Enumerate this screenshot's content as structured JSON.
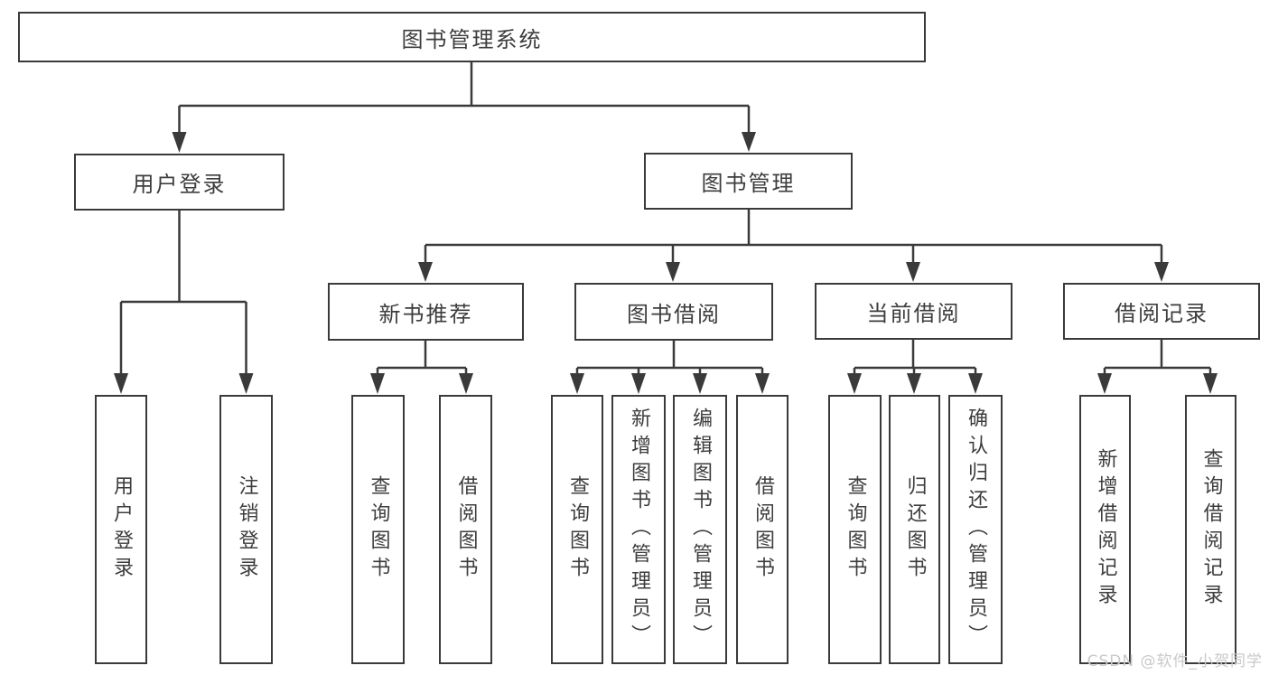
{
  "diagram": {
    "root": "图书管理系统",
    "branches": [
      {
        "label": "用户登录",
        "leaves": [
          "用户登录",
          "注销登录"
        ]
      },
      {
        "label": "图书管理",
        "children": [
          {
            "label": "新书推荐",
            "leaves": [
              "查询图书",
              "借阅图书"
            ]
          },
          {
            "label": "图书借阅",
            "leaves": [
              "查询图书",
              "新增图书（管理员）",
              "编辑图书（管理员）",
              "借阅图书"
            ]
          },
          {
            "label": "当前借阅",
            "leaves": [
              "查询图书",
              "归还图书",
              "确认归还（管理员）"
            ]
          },
          {
            "label": "借阅记录",
            "leaves": [
              "新增借阅记录",
              "查询借阅记录"
            ]
          }
        ]
      }
    ]
  },
  "watermark": "CSDN @软件_小贺同学",
  "colors": {
    "line": "#3a3a3a",
    "text": "#3d3d3d",
    "watermark": "#c9c9c9",
    "background": "#ffffff"
  }
}
